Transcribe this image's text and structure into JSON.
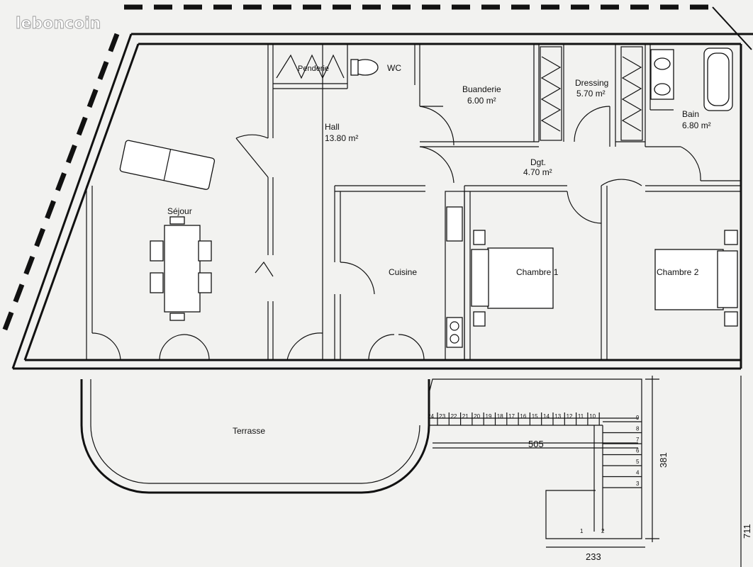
{
  "watermark": "leboncoin",
  "rooms": {
    "pendant_label": "Penderie",
    "wc_label": "WC",
    "buanderie": {
      "name": "Buanderie",
      "area": "6.00 m²"
    },
    "dressing": {
      "name": "Dressing",
      "area": "5.70 m²"
    },
    "bain": {
      "name": "Bain",
      "area": "6.80 m²"
    },
    "hall": {
      "name": "Hall",
      "area": "13.80 m²"
    },
    "dgt": {
      "name": "Dgt.",
      "area": "4.70 m²"
    },
    "sejour": {
      "name": "Séjour"
    },
    "cuisine": {
      "name": "Cuisine"
    },
    "chambre1": {
      "name": "Chambre 1"
    },
    "chambre2": {
      "name": "Chambre 2"
    },
    "terrasse": {
      "name": "Terrasse"
    }
  },
  "dimensions": {
    "stair_length": "505",
    "stair_height": "381",
    "landing_width": "233",
    "edge_height": "711"
  },
  "stair_steps_horizontal": [
    "24",
    "23",
    "22",
    "21",
    "20",
    "19",
    "18",
    "17",
    "16",
    "15",
    "14",
    "13",
    "12",
    "11",
    "10"
  ],
  "stair_steps_vertical": [
    "9",
    "8",
    "7",
    "6",
    "5",
    "4",
    "3"
  ],
  "stair_steps_bottom": [
    "1",
    "2"
  ]
}
